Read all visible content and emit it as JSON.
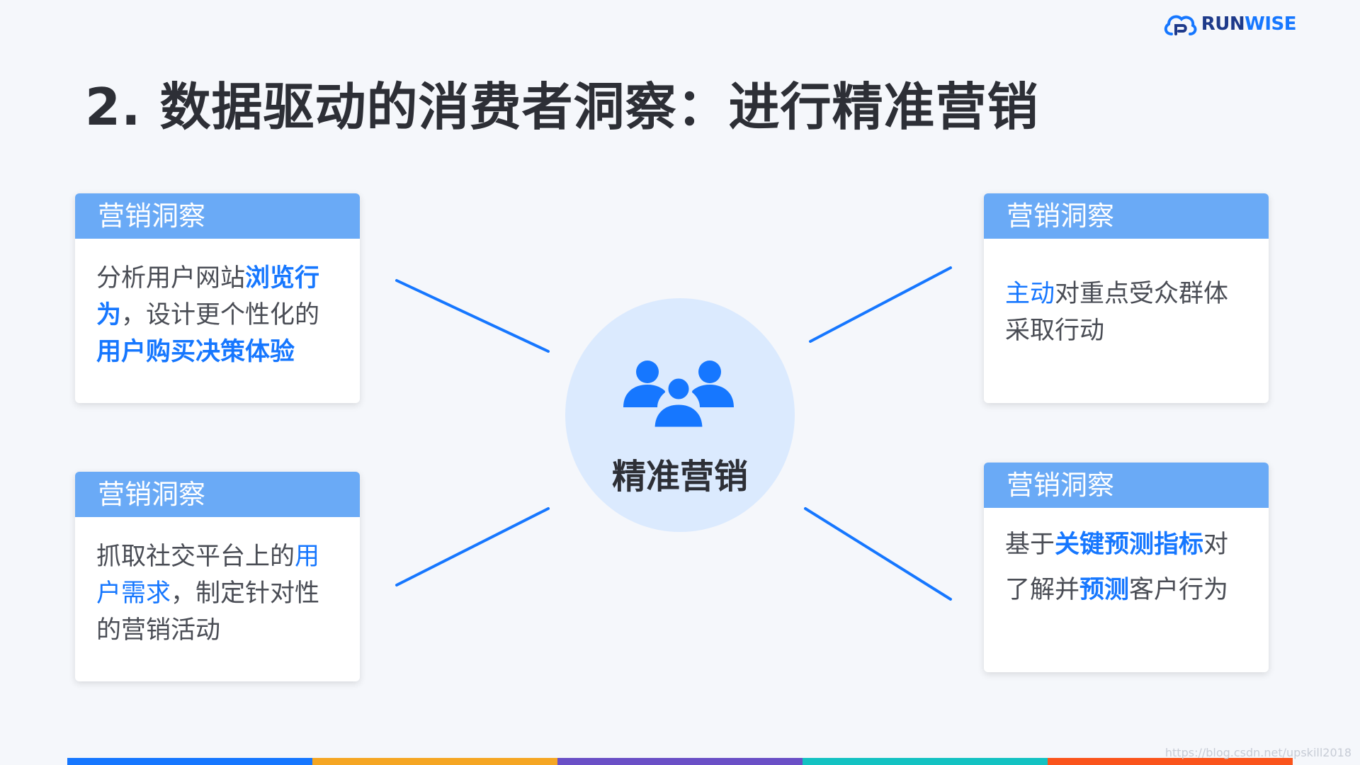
{
  "logo": {
    "run": "RUN",
    "wise": "WISE"
  },
  "title": "2. 数据驱动的消费者洞察：进行精准营销",
  "center": {
    "label": "精准营销",
    "icon": "users-group-icon"
  },
  "cards": {
    "top_left": {
      "header": "营销洞察",
      "parts": [
        "分析用户网站",
        "浏览行为",
        "，设计更个性化的",
        "用户购买决策体验"
      ]
    },
    "bottom_left": {
      "header": "营销洞察",
      "parts": [
        "抓取社交平台上的",
        "用户需求",
        "，制定针对性的营销活动"
      ]
    },
    "top_right": {
      "header": "营销洞察",
      "parts": [
        "主动",
        "对重点受众群体采取行动"
      ]
    },
    "bottom_right": {
      "header": "营销洞察",
      "parts": [
        "基于",
        "关键预测指标",
        "对了解并",
        "预测",
        "客户行为"
      ]
    }
  },
  "watermark": "https://blog.csdn.net/upskill2018",
  "colors": {
    "accent": "#1677ff",
    "header_bg": "#6aaaf6",
    "circle_bg": "#dbeafe",
    "bar": [
      "#1677ff",
      "#f5a623",
      "#6a4fc6",
      "#13c2c2",
      "#fa541c"
    ]
  }
}
